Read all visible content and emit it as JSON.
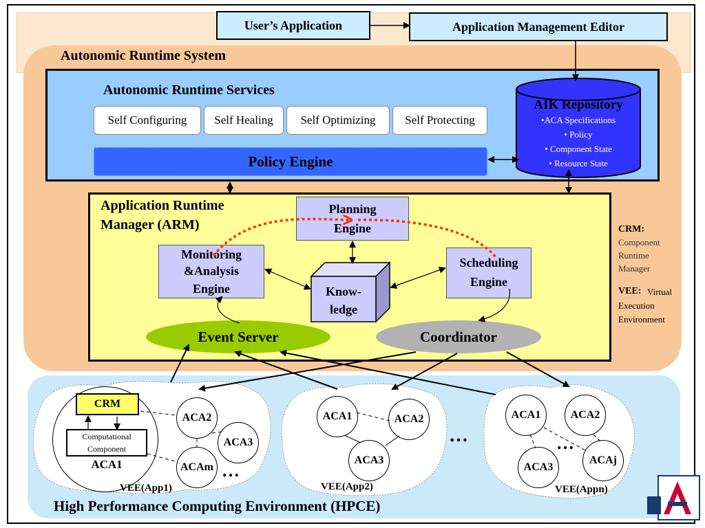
{
  "top": {
    "user_app": "User’s  Application",
    "app_mgmt_editor": "Application Management Editor"
  },
  "autonomic_runtime_system": {
    "title": "Autonomic Runtime System",
    "services": {
      "title": "Autonomic Runtime Services",
      "items": [
        "Self Configuring",
        "Self Healing",
        "Self Optimizing",
        "Self Protecting"
      ],
      "policy_engine": "Policy Engine"
    },
    "aik_repository": {
      "title": "AIK Repository",
      "items": [
        "•ACA Specifications",
        "• Policy",
        "• Component State",
        "• Resource State"
      ]
    },
    "arm": {
      "title_line1": "Application Runtime",
      "title_line2": "Manager (ARM)",
      "planning_line1": "Planning",
      "planning_line2": "Engine",
      "monitoring_line1": "Monitoring",
      "monitoring_line2": "&Analysis",
      "monitoring_line3": "Engine",
      "scheduling_line1": "Scheduling",
      "scheduling_line2": "Engine",
      "knowledge_line1": "Know-",
      "knowledge_line2": "ledge",
      "event_server": "Event Server",
      "coordinator": "Coordinator"
    },
    "legend": {
      "crm_abbr": "CRM:",
      "crm_line1": "Component",
      "crm_line2": "Runtime",
      "crm_line3": "Manager",
      "vee_abbr": "VEE:",
      "vee_line1": "Virtual",
      "vee_line2": "Execution",
      "vee_line3": "Environment"
    }
  },
  "hpce": {
    "title": "High Performance Computing Environment (HPCE)",
    "vee1": {
      "crm": "CRM",
      "comp_line1": "Computational",
      "comp_line2": "Component",
      "aca1": "ACA1",
      "aca2": "ACA2",
      "aca3": "ACA3",
      "acam": "ACAm",
      "dots": "…",
      "label": "VEE(App1)"
    },
    "vee2": {
      "aca1": "ACA1",
      "aca2": "ACA2",
      "aca3": "ACA3",
      "label": "VEE(App2)"
    },
    "between_dots": "…",
    "vee3": {
      "aca1": "ACA1",
      "aca2": "ACA2",
      "aca3": "ACA3",
      "acaj": "ACAj",
      "dots": "…",
      "label": "VEE(Appn)"
    }
  },
  "colors": {
    "outer_peach": "#f9c898",
    "top_band": "#fce9cd",
    "services_blue": "#99ccff",
    "policy_blue": "#3366ff",
    "cylinder_blue": "#3333ff",
    "arm_yellow": "#ffff99",
    "engine_lavender": "#ccccff",
    "event_green": "#99cc00",
    "coordinator_gray": "#b2b2b2",
    "hpce_blue": "#cce9fa",
    "crm_yellow": "#ffff66",
    "dotted_red": "#ff3300"
  }
}
